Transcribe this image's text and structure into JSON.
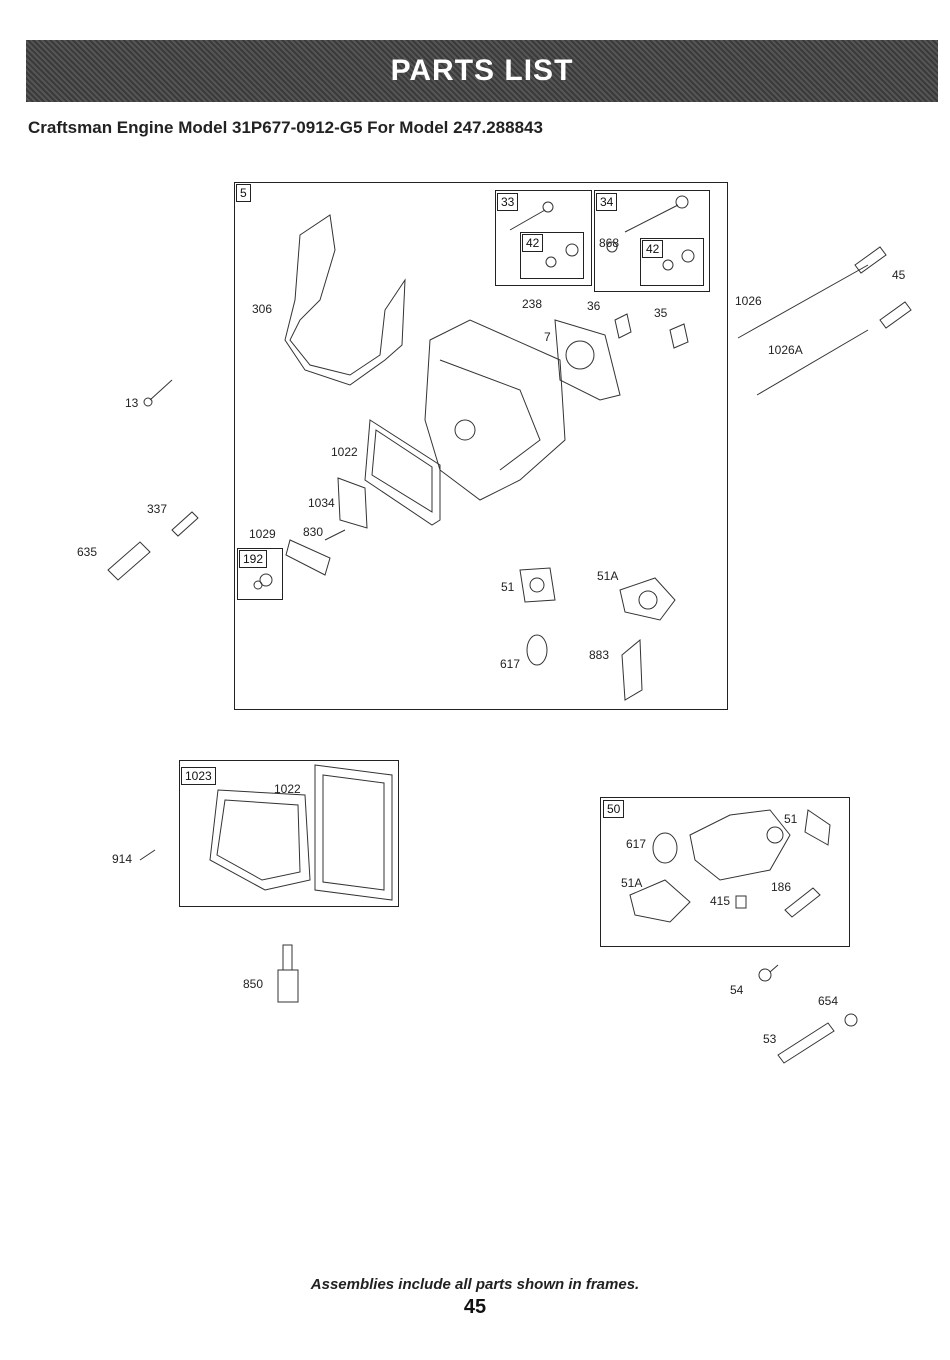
{
  "header": {
    "banner_title": "PARTS LIST"
  },
  "page": {
    "subtitle": "Craftsman Engine Model 31P677-0912-G5 For Model 247.288843",
    "footer_note": "Assemblies include all parts shown in frames.",
    "page_number": "45"
  },
  "frames": {
    "f5": "5",
    "f33": "33",
    "f34": "34",
    "f42a": "42",
    "f42b": "42",
    "f192": "192",
    "f1023": "1023",
    "f50": "50"
  },
  "labels": {
    "l306": "306",
    "l13": "13",
    "l337": "337",
    "l635": "635",
    "l868": "868",
    "l238": "238",
    "l36": "36",
    "l35": "35",
    "l7": "7",
    "l1026": "1026",
    "l1026a": "1026A",
    "l45": "45",
    "l1022a": "1022",
    "l1034": "1034",
    "l1029": "1029",
    "l830": "830",
    "l51a": "51",
    "l51aa": "51A",
    "l617a": "617",
    "l883": "883",
    "l1022b": "1022",
    "l914": "914",
    "l850": "850",
    "l51b": "51",
    "l617b": "617",
    "l51ab": "51A",
    "l415": "415",
    "l186": "186",
    "l54": "54",
    "l654": "654",
    "l53": "53"
  }
}
